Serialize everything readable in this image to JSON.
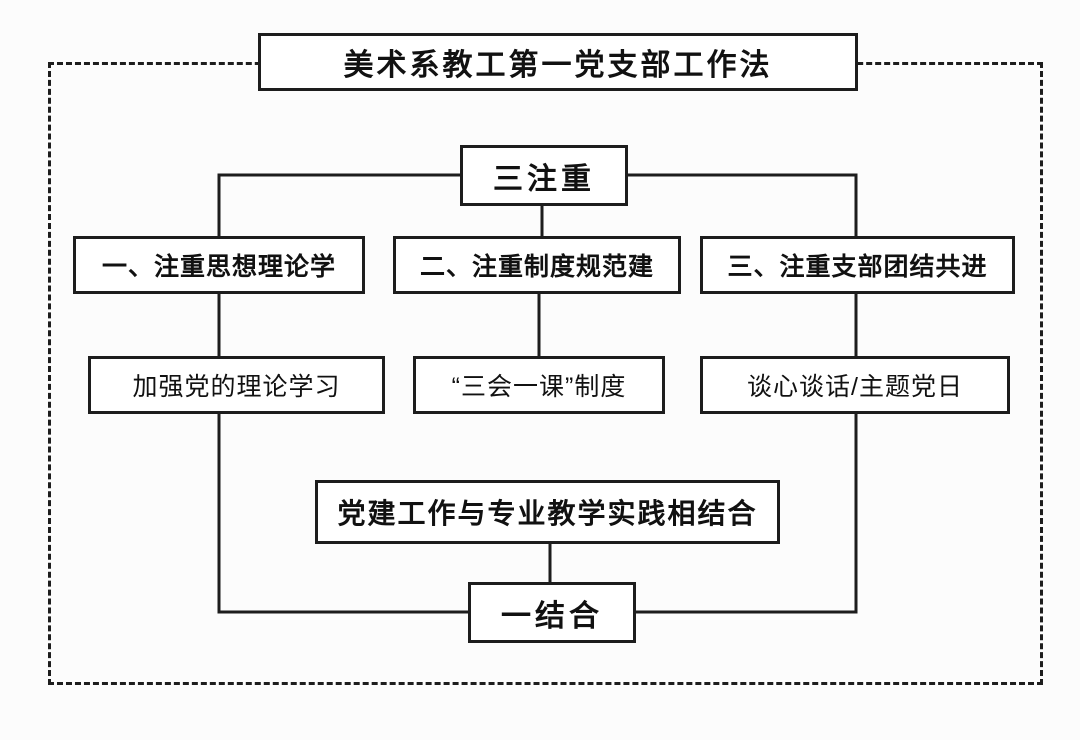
{
  "diagram": {
    "title": "美术系教工第一党支部工作法",
    "top_node": "三注重",
    "branches": [
      {
        "heading": "一、注重思想理论学",
        "detail": "加强党的理论学习"
      },
      {
        "heading": "二、注重制度规范建",
        "detail": "“三会一课”制度"
      },
      {
        "heading": "三、注重支部团结共进",
        "detail": "谈心谈话/主题党日"
      }
    ],
    "combine_node": "党建工作与专业教学实践相结合",
    "bottom_node": "一结合",
    "colors": {
      "line": "#1d1d1d",
      "box_border": "#1d1d1d",
      "background": "#fcfcfc",
      "box_background": "#ffffff",
      "text": "#111111"
    }
  }
}
